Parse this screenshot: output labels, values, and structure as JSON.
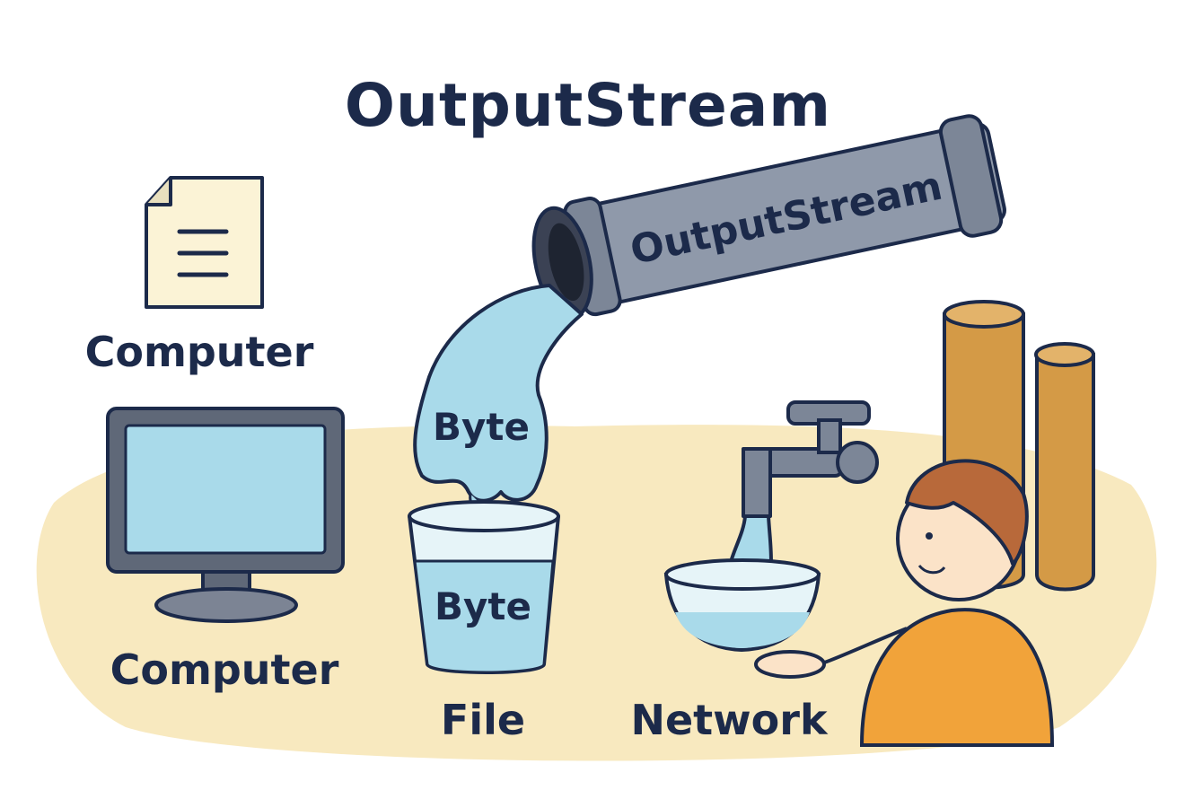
{
  "title": "OutputStream",
  "pipe": {
    "label": "OutputStream"
  },
  "stream_label": "Byte",
  "cup_label": "Byte",
  "labels": {
    "document": "Computer",
    "monitor": "Computer",
    "file": "File",
    "network": "Network"
  },
  "colors": {
    "ink": "#1c2a4a",
    "water": "#a9daea",
    "pipe": "#8f99aa",
    "ground": "#f8e9bf",
    "paper": "#fbf3d6",
    "shirt": "#f1a33a",
    "hair": "#b8693a",
    "skin": "#fbe3c8",
    "tube": "#d49a46"
  }
}
